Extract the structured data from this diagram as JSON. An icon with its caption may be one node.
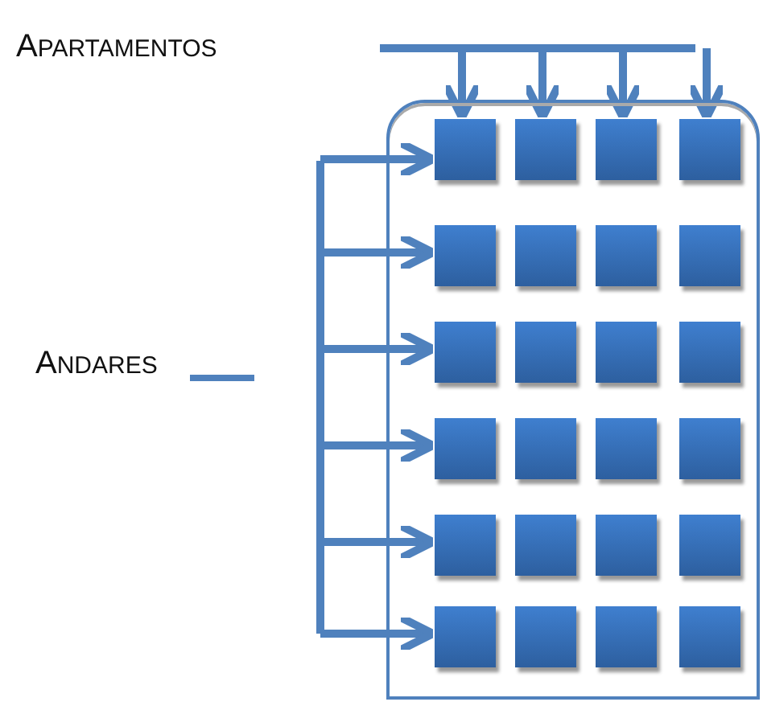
{
  "diagram": {
    "nodes": [
      {
        "text": [],
        "shape": "box"
      },
      {
        "text": [],
        "shape": "box",
        "in": 0
      },
      {
        "text": [],
        "shape": "box",
        "in": 0
      },
      {
        "text": [],
        "shape": "box",
        "in": 0
      },
      {
        "text": [],
        "shape": "box",
        "in": 0
      },
      {
        "text": [],
        "shape": "box",
        "in": 0
      },
      {
        "text": [],
        "shape": "box",
        "in": 0
      },
      {
        "text": [],
        "shape": "box",
        "in": 0
      },
      {
        "text": [],
        "shape": "box",
        "in": 0
      },
      {
        "text": [],
        "shape": "box",
        "in": 0
      },
      {
        "text": [],
        "shape": "box",
        "in": 0
      },
      {
        "text": [],
        "shape": "box",
        "in": 0
      },
      {
        "text": [],
        "shape": "box",
        "in": 0
      },
      {
        "text": [],
        "shape": "box",
        "in": 0
      },
      {
        "text": [],
        "shape": "box",
        "in": 0
      },
      {
        "text": [],
        "shape": "box",
        "in": 0
      },
      {
        "text": [],
        "shape": "box",
        "in": 0
      },
      {
        "text": [],
        "shape": "box",
        "in": 0
      },
      {
        "text": [],
        "shape": "box",
        "in": 0
      },
      {
        "text": [],
        "shape": "box",
        "in": 0
      },
      {
        "text": [],
        "shape": "box",
        "in": 0
      },
      {
        "text": [],
        "shape": "box",
        "in": 0
      },
      {
        "text": [],
        "shape": "box",
        "in": 0
      },
      {
        "text": [],
        "shape": "box",
        "in": 0
      },
      {
        "text": [],
        "shape": "box",
        "in": 0
      }
    ],
    "edges": [
      {
        "from": null,
        "to": 1,
        "arrow": "to"
      },
      {
        "from": null,
        "to": 2,
        "arrow": "to"
      },
      {
        "from": null,
        "to": 3,
        "arrow": "to"
      },
      {
        "from": null,
        "to": 4,
        "arrow": "to"
      },
      {
        "from": null,
        "to": 1,
        "arrow": "to"
      },
      {
        "from": null,
        "to": 5,
        "arrow": "to"
      },
      {
        "from": null,
        "to": 9,
        "arrow": "to"
      },
      {
        "from": null,
        "to": 13,
        "arrow": "to"
      },
      {
        "from": null,
        "to": 17,
        "arrow": "to"
      },
      {
        "from": null,
        "to": 21,
        "arrow": "to"
      }
    ],
    "labels": [
      "APARTAMENTOS",
      "ANDARES"
    ]
  }
}
